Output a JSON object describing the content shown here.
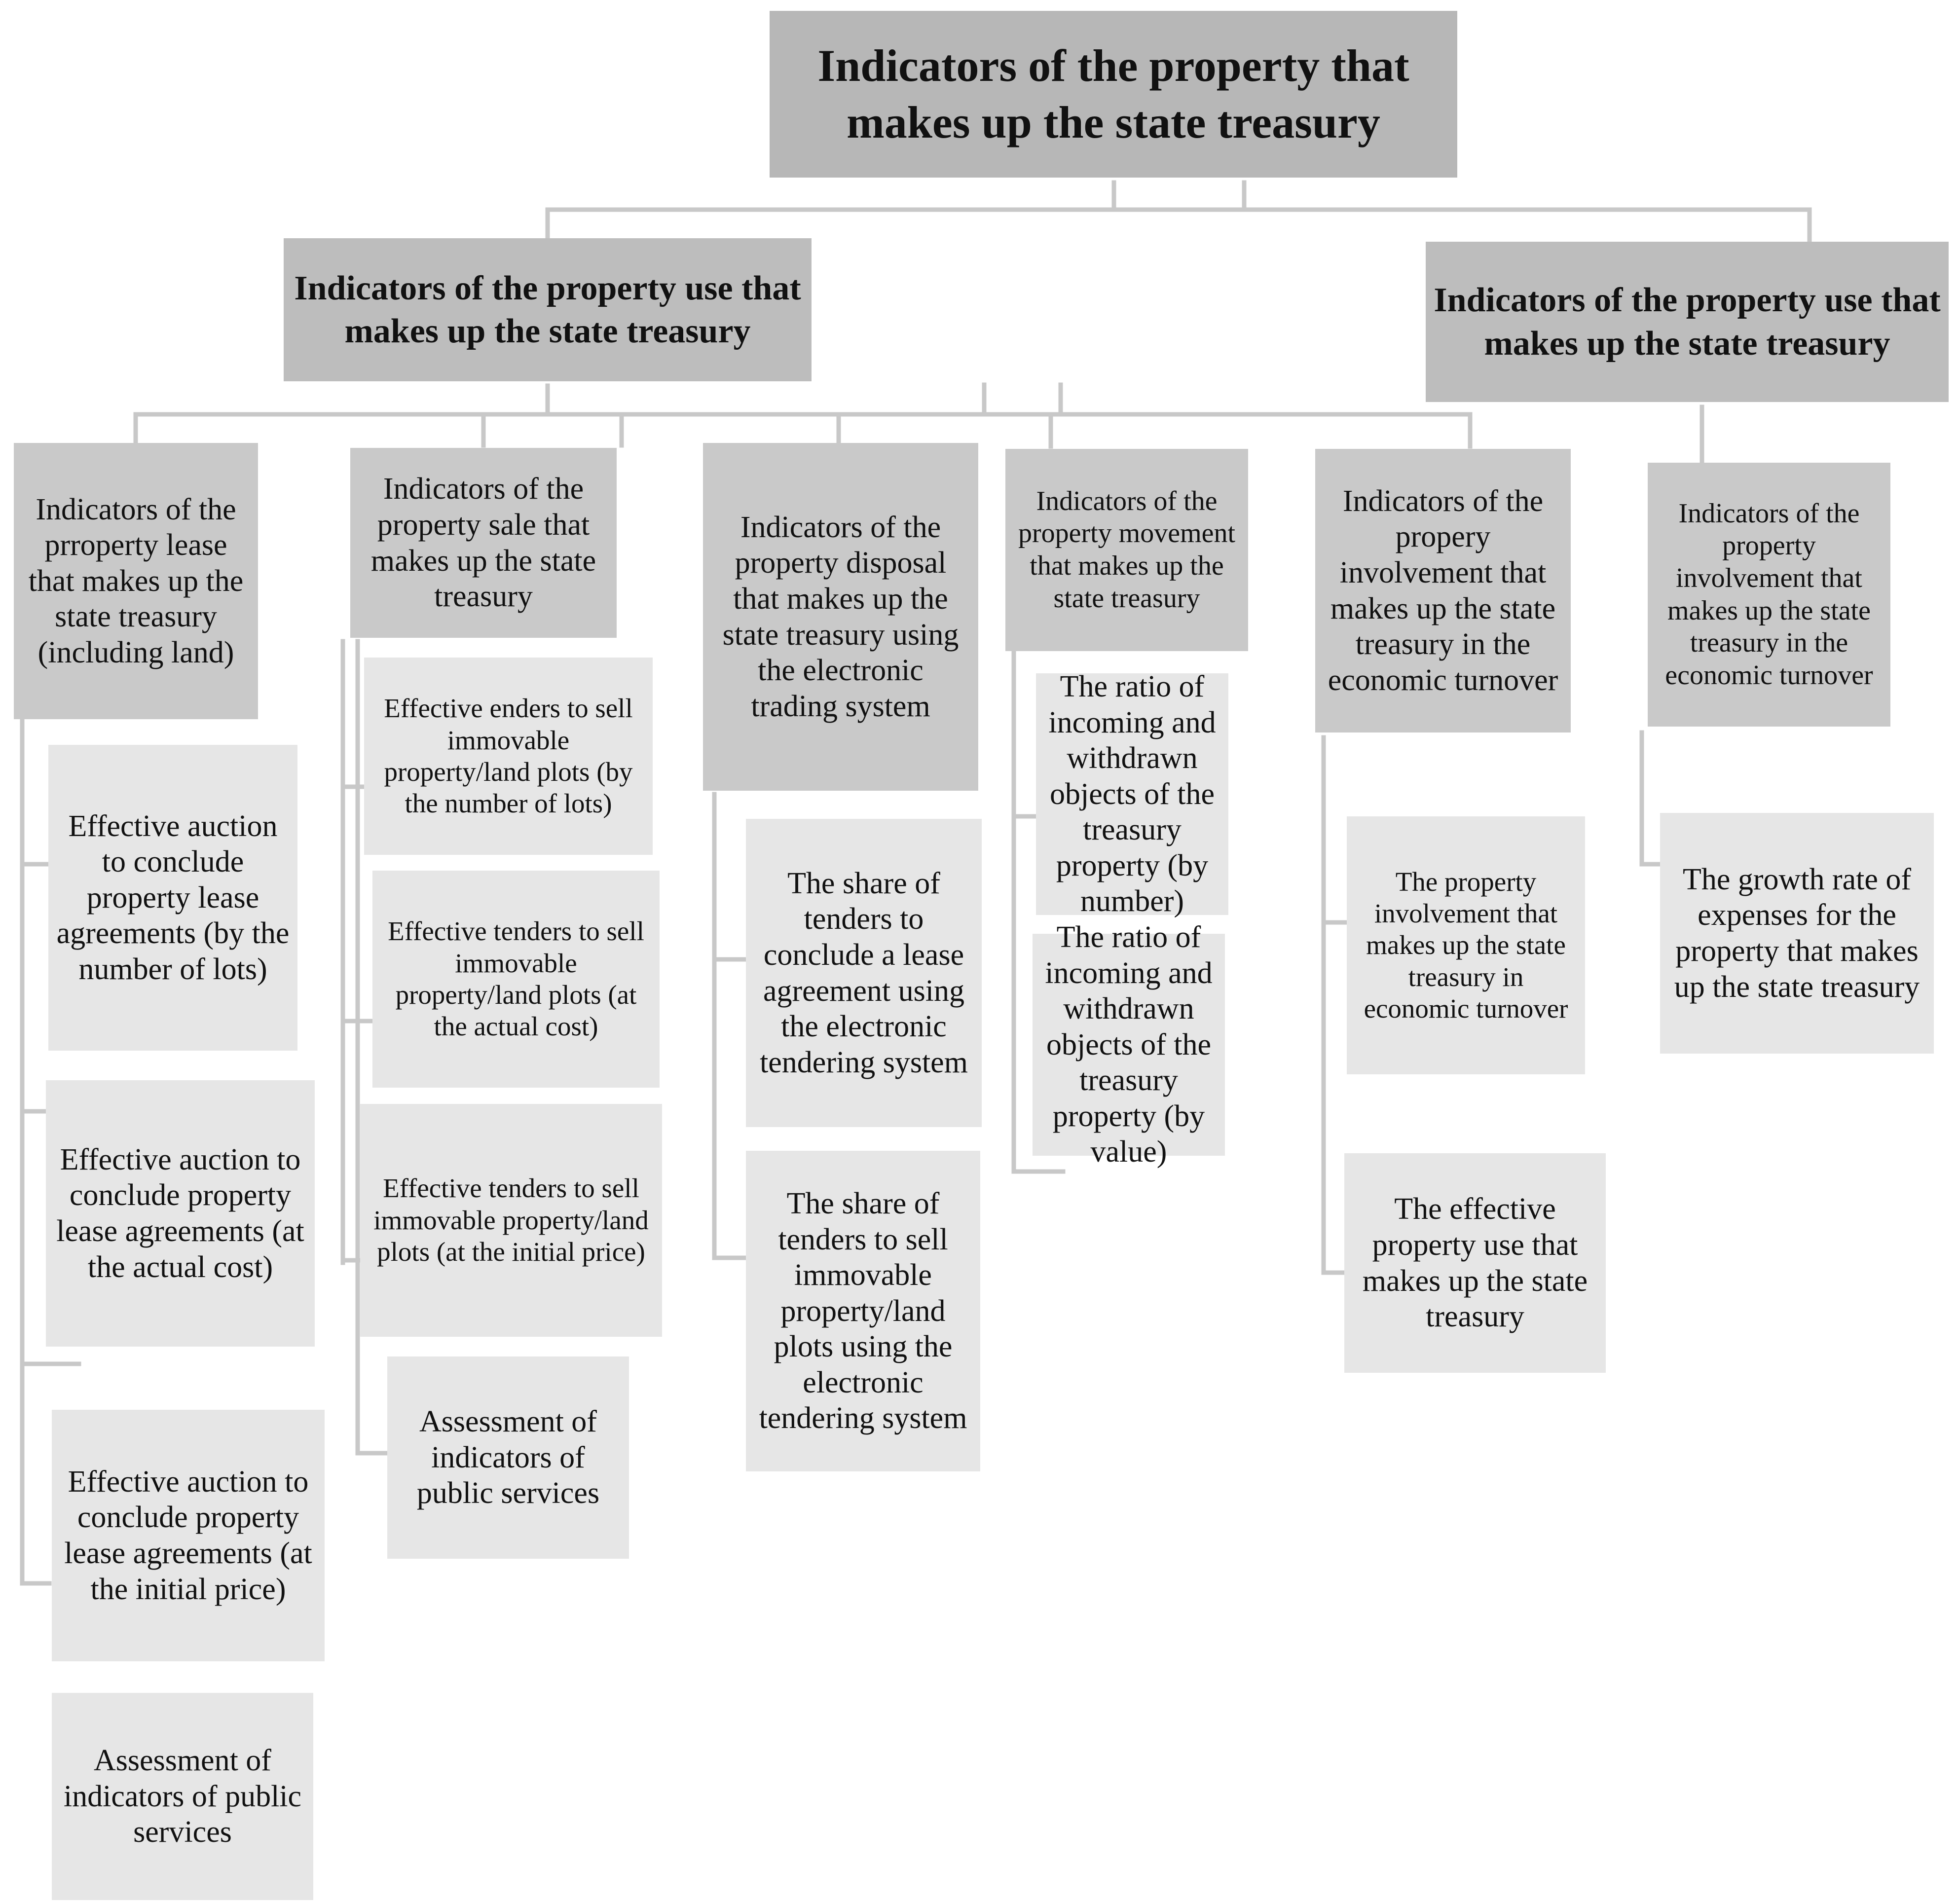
{
  "colors": {
    "connector": "#c8c8c8",
    "top_box": "#b7b7b7",
    "level1_box": "#bdbdbd",
    "category_box": "#c9c9c9",
    "leaf_box": "#e6e6e6"
  },
  "root": {
    "title": "Indicators of the property that makes up  the state treasury"
  },
  "level1": {
    "left": "Indicators of the property use that makes up the state treasury",
    "right": "Indicators of the property use that makes up  the state treasury"
  },
  "categories": {
    "lease": "Indicators of the prroperty lease that makes up the state treasury (including land)",
    "sale": "Indicators of the property sale that makes up the state treasury",
    "disposal": "Indicators of the property disposal that makes up the state treasury using the electronic trading system",
    "movement": "Indicators of the property movement that makes up the state treasury",
    "involvement": "Indicators of the propery involvement that makes up the state treasury in the economic turnover",
    "involvement_right": "Indicators of the property involvement that makes up the state treasury in the economic turnover"
  },
  "leaves": {
    "lease": [
      "Effective auction to conclude property lease agreements (by the number of lots)",
      "Effective auction to conclude property lease agreements (at the actual cost)",
      "Effective auction to conclude property lease agreements (at the initial price)",
      "Assessment of indicators of public services"
    ],
    "sale": [
      "Effective enders to sell immovable property/land plots (by the number of lots)",
      "Effective tenders to sell immovable property/land plots (at the actual cost)",
      "Effective tenders to sell immovable property/land plots (at the initial price)",
      "Assessment of indicators of public services"
    ],
    "disposal": [
      "The share of tenders to conclude a lease agreement using the electronic tendering system",
      "The share of tenders to sell immovable property/land plots using the electronic tendering system"
    ],
    "movement": [
      "The ratio of incoming and withdrawn objects of the treasury property (by number)",
      "The ratio of incoming and withdrawn objects of the treasury property (by value)"
    ],
    "involvement": [
      "The property involvement that makes up the state treasury in economic turnover",
      "The effective property use that makes up the state treasury"
    ],
    "involvement_right": [
      "The growth rate of expenses for the property that makes up the state treasury"
    ]
  }
}
